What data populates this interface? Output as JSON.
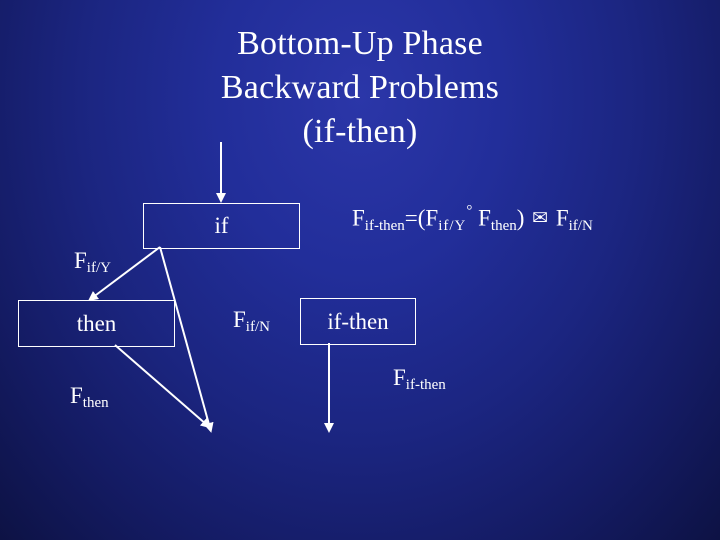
{
  "slide": {
    "title_lines": [
      "Bottom-Up Phase",
      "Backward Problems",
      "(if-then)"
    ],
    "background_color": "#1b2580",
    "text_color": "#ffffff"
  },
  "boxes": [
    {
      "name": "if-box",
      "label": "if"
    },
    {
      "name": "then-box",
      "label": "then"
    },
    {
      "name": "if-then-box",
      "label": "if-then"
    }
  ],
  "labels": [
    {
      "name": "f-if-y-label",
      "base": "F",
      "sub": "if/Y"
    },
    {
      "name": "f-then-label",
      "base": "F",
      "sub": "then"
    },
    {
      "name": "f-if-n-label",
      "base": "F",
      "sub": "if/N"
    },
    {
      "name": "f-if-then-label",
      "base": "F",
      "sub": "if-then"
    }
  ],
  "equation": {
    "name": "formula",
    "lhs_base": "F",
    "lhs_sub": "if-then",
    "equals": "=(F",
    "term1_sub": "if/Y",
    "compose": "°",
    "term2_base": "F",
    "term2_sub": "then",
    "close": ")",
    "operator_glyph": "✉",
    "term3_base": "F",
    "term3_sub": "if/N"
  }
}
